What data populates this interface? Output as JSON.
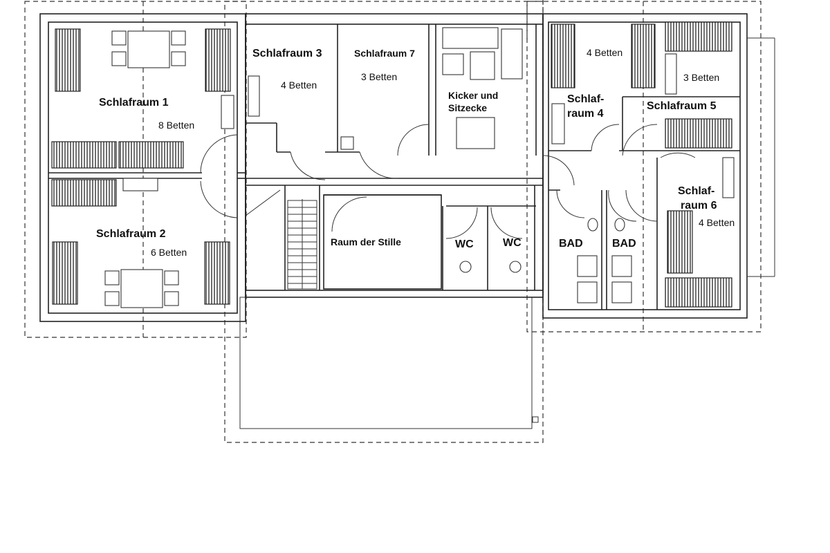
{
  "rooms": {
    "schlafraum1": {
      "name": "Schlafraum 1",
      "beds": "8 Betten"
    },
    "schlafraum2": {
      "name": "Schlafraum 2",
      "beds": "6 Betten"
    },
    "schlafraum3": {
      "name": "Schlafraum 3",
      "beds": "4 Betten"
    },
    "schlafraum7": {
      "name": "Schlafraum 7",
      "beds": "3 Betten"
    },
    "kicker": {
      "line1": "Kicker und",
      "line2": "Sitzecke"
    },
    "schlafraum4": {
      "line1": "Schlaf-",
      "line2": "raum 4",
      "beds": "4 Betten"
    },
    "schlafraum5": {
      "name": "Schlafraum 5",
      "beds": "3 Betten"
    },
    "schlafraum6": {
      "line1": "Schlaf-",
      "line2": "raum 6",
      "beds": "4 Betten"
    },
    "stille": {
      "name": "Raum der Stille"
    },
    "wc1": {
      "name": "WC"
    },
    "wc2": {
      "name": "WC"
    },
    "bad1": {
      "name": "BAD"
    },
    "bad2": {
      "name": "BAD"
    }
  }
}
